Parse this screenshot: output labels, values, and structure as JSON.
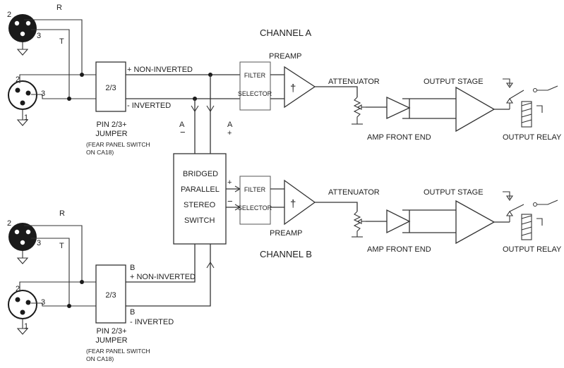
{
  "channel_a": {
    "title": "CHANNEL A",
    "xlr_pins": {
      "top_left": "2",
      "top_mid": "3",
      "bot_left": "2",
      "bot_mid": "3",
      "bot_under": "1"
    },
    "tip_label": "T",
    "ring_label": "R",
    "jumper_box": "2/3",
    "non_inverted": "+ NON-INVERTED",
    "inverted": "- INVERTED",
    "jumper_caption_1": "PIN 2/3+",
    "jumper_caption_2": "JUMPER",
    "jumper_note_1": "(FEAR PANEL SWITCH",
    "jumper_note_2": "ON CA18)",
    "preamp": "PREAMP",
    "filter": "FILTER",
    "selector": "SELECTOR",
    "attenuator": "ATTENUATOR",
    "output_stage": "OUTPUT STAGE",
    "amp_front_end": "AMP FRONT END",
    "output_relay": "OUTPUT RELAY"
  },
  "channel_b": {
    "title": "CHANNEL B",
    "xlr_pins": {
      "top_left": "2",
      "top_mid": "3",
      "bot_left": "2",
      "bot_mid": "3",
      "bot_under": "1"
    },
    "tip_label": "T",
    "ring_label": "R",
    "jumper_box": "2/3",
    "b_label_top": "B",
    "non_inverted": "+ NON-INVERTED",
    "b_label_bottom": "B",
    "inverted": "-  INVERTED",
    "jumper_caption_1": "PIN 2/3+",
    "jumper_caption_2": "JUMPER",
    "jumper_note_1": "(FEAR PANEL SWITCH",
    "jumper_note_2": "ON CA18)",
    "preamp": "PREAMP",
    "filter": "FILTER",
    "selector": "SELECTOR",
    "attenuator": "ATTENUATOR",
    "output_stage": "OUTPUT STAGE",
    "amp_front_end": "AMP FRONT END",
    "output_relay": "OUTPUT RELAY"
  },
  "switch": {
    "line1": "BRIDGED",
    "line2": "PARALLEL",
    "line3": "STEREO",
    "line4": "SWITCH",
    "a_minus_letter": "A",
    "a_minus_sign": "−",
    "a_plus_letter": "A",
    "a_plus_sign": "+",
    "out_plus": "+",
    "out_minus": "−"
  },
  "dagger": "†"
}
